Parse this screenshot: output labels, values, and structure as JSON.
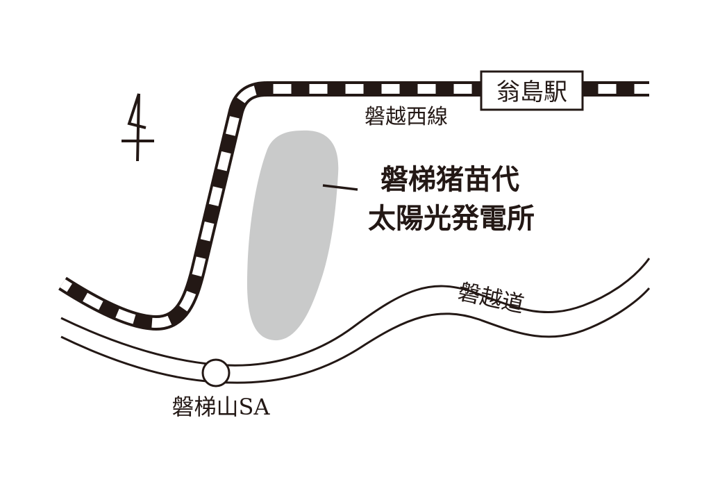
{
  "map": {
    "colors": {
      "ink": "#231815",
      "background": "#ffffff",
      "facility_fill": "#c9caca"
    },
    "railway": {
      "name": "磐越西線",
      "station": "翁島駅"
    },
    "road": {
      "name": "磐越道",
      "service_area": "磐梯山SA"
    },
    "facility": {
      "line1": "磐梯猪苗代",
      "line2": "太陽光発電所"
    },
    "compass": {
      "icon": "north-arrow-icon"
    }
  }
}
